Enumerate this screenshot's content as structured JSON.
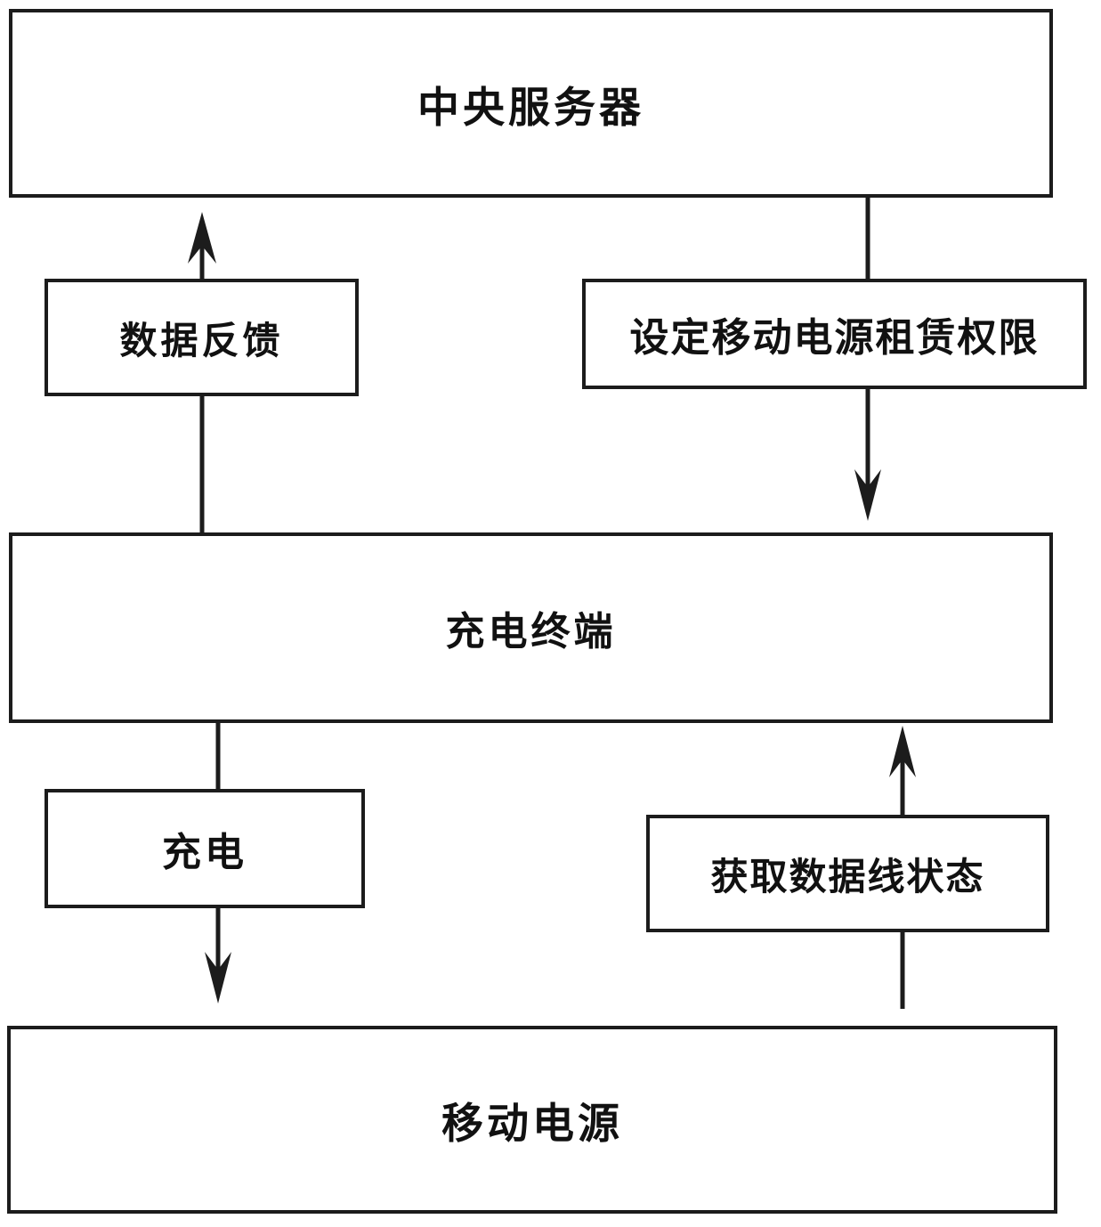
{
  "diagram": {
    "title": "power-bank rental charging system flowchart",
    "type": "flowchart",
    "colors": {
      "line": "#1c1c1c",
      "box_border": "#1c1c1c",
      "box_fill": "#ffffff",
      "text": "#111111",
      "background": "#ffffff"
    },
    "nodes": {
      "central_server": {
        "label": "中央服务器"
      },
      "data_feedback": {
        "label": "数据反馈"
      },
      "set_rental_permission": {
        "label": "设定移动电源租赁权限"
      },
      "charging_terminal": {
        "label": "充电终端"
      },
      "charging": {
        "label": "充电"
      },
      "get_cable_status": {
        "label": "获取数据线状态"
      },
      "power_bank": {
        "label": "移动电源"
      }
    },
    "edges": [
      {
        "from": "充电终端",
        "to": "中央服务器",
        "via": "数据反馈",
        "direction": "up"
      },
      {
        "from": "中央服务器",
        "to": "充电终端",
        "via": "设定移动电源租赁权限",
        "direction": "down"
      },
      {
        "from": "充电终端",
        "to": "移动电源",
        "via": "充电",
        "direction": "down"
      },
      {
        "from": "移动电源",
        "to": "充电终端",
        "via": "获取数据线状态",
        "direction": "up"
      }
    ]
  }
}
